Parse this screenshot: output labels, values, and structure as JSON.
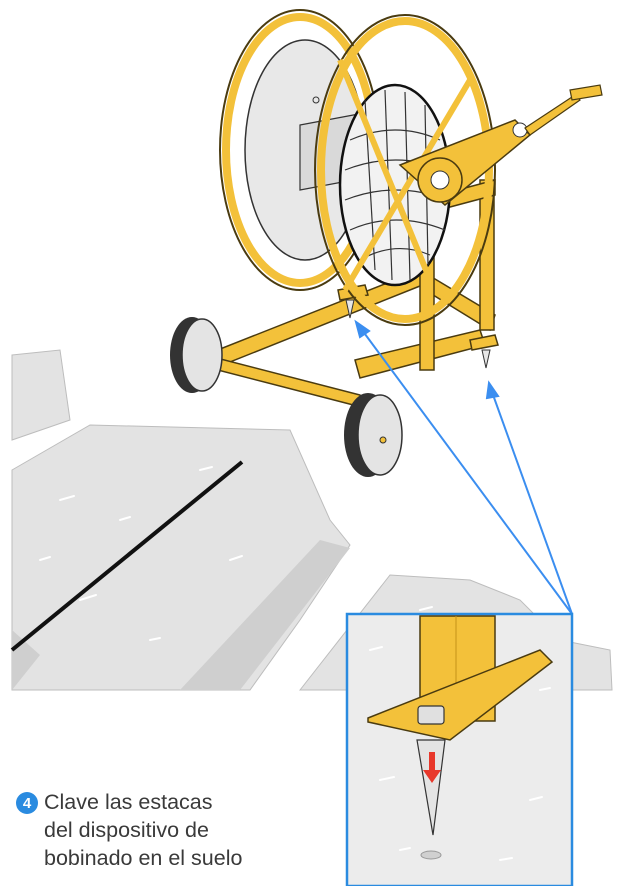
{
  "colors": {
    "accent": "#2a8be0",
    "frame_yellow": "#f3c13a",
    "arrow_blue": "#3b8ef0",
    "arrow_red": "#e8382b",
    "ground_gray": "#e3e3e3"
  },
  "step": {
    "number": "4",
    "text": "Clave las estacas\ndel dispositivo de\nbobinado en el suelo"
  },
  "icons": [
    "hose-reel-cart",
    "ground-stake",
    "callout-arrow",
    "downward-arrow"
  ]
}
